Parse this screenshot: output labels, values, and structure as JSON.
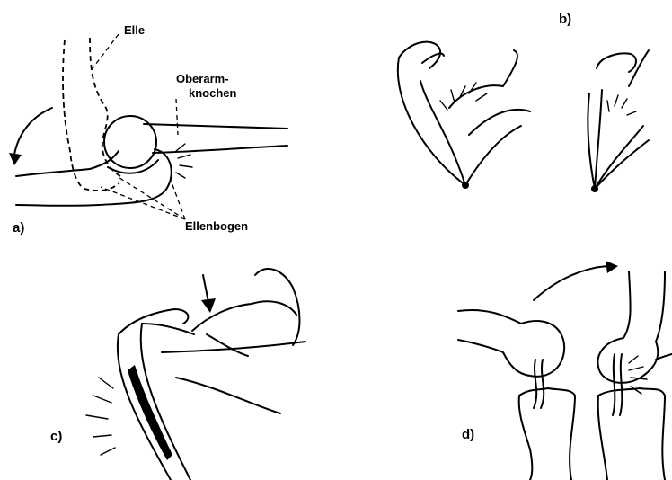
{
  "panels": {
    "a": {
      "tag": "a)",
      "label_elle": "Elle",
      "label_oberarm_1": "Oberarm-",
      "label_oberarm_2": "knochen",
      "label_ellenbogen": "Ellenbogen"
    },
    "b": {
      "tag": "b)"
    },
    "c": {
      "tag": "c)"
    },
    "d": {
      "tag": "d)"
    }
  }
}
